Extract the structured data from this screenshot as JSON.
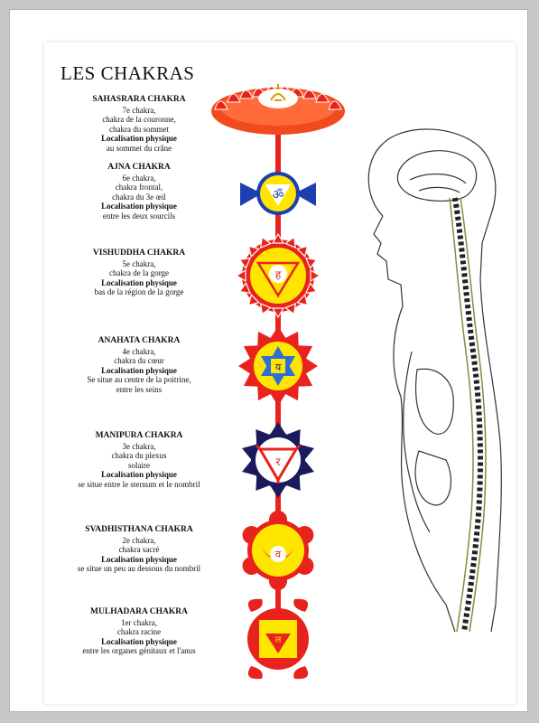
{
  "title": "LES CHAKRAS",
  "colors": {
    "red": "#e8221c",
    "orange_red": "#f04a1e",
    "yellow": "#ffe600",
    "blue": "#1e3fb0",
    "navy": "#1a1a5c",
    "light_blue": "#2c6fd8"
  },
  "chakras": [
    {
      "name": "SAHASRARA CHAKRA",
      "lines": [
        "7e chakra,",
        "chakra de la couronne,",
        "chakra du sommet"
      ],
      "location_label": "Localisation physique",
      "location": "au sommet du crâne"
    },
    {
      "name": "AJNA CHAKRA",
      "lines": [
        "6e chakra,",
        "chakra frontal,",
        "chakra du 3e œil"
      ],
      "location_label": "Localisation physique",
      "location": "entre les deux sourcils"
    },
    {
      "name": "VISHUDDHA CHAKRA",
      "lines": [
        "5e chakra,",
        "chakra de la gorge"
      ],
      "location_label": "Localisation physique",
      "location": "bas de la région de la gorge"
    },
    {
      "name": "ANAHATA CHAKRA",
      "lines": [
        "4e chakra,",
        "chakra du cœur"
      ],
      "location_label": "Localisation physique",
      "location": "Se situe au centre de la poitrine,",
      "location2": "entre les seins"
    },
    {
      "name": "MANIPURA CHAKRA",
      "lines": [
        "3e chakra,",
        "chakra du plexus",
        "solaire"
      ],
      "location_label": "Localisation physique",
      "location": "se situe entre le sternum et le nombril"
    },
    {
      "name": "SVADHISTHANA CHAKRA",
      "lines": [
        "2e chakra,",
        "chakra sacré"
      ],
      "location_label": "Localisation physique",
      "location": "se situe un peu au dessous du nombril"
    },
    {
      "name": "MULHADARA CHAKRA",
      "lines": [
        "1er chakra,",
        "chakra racine"
      ],
      "location_label": "Localisation physique",
      "location": "entre les organes génitaux et l'anus"
    }
  ],
  "icons": {
    "crown": "lotus-crown-icon",
    "brow": "om-symbol-icon",
    "throat": "throat-lotus-icon",
    "heart": "hexagram-lotus-icon",
    "solar": "triangle-lotus-icon",
    "sacral": "crescent-lotus-icon",
    "root": "square-lotus-icon"
  }
}
